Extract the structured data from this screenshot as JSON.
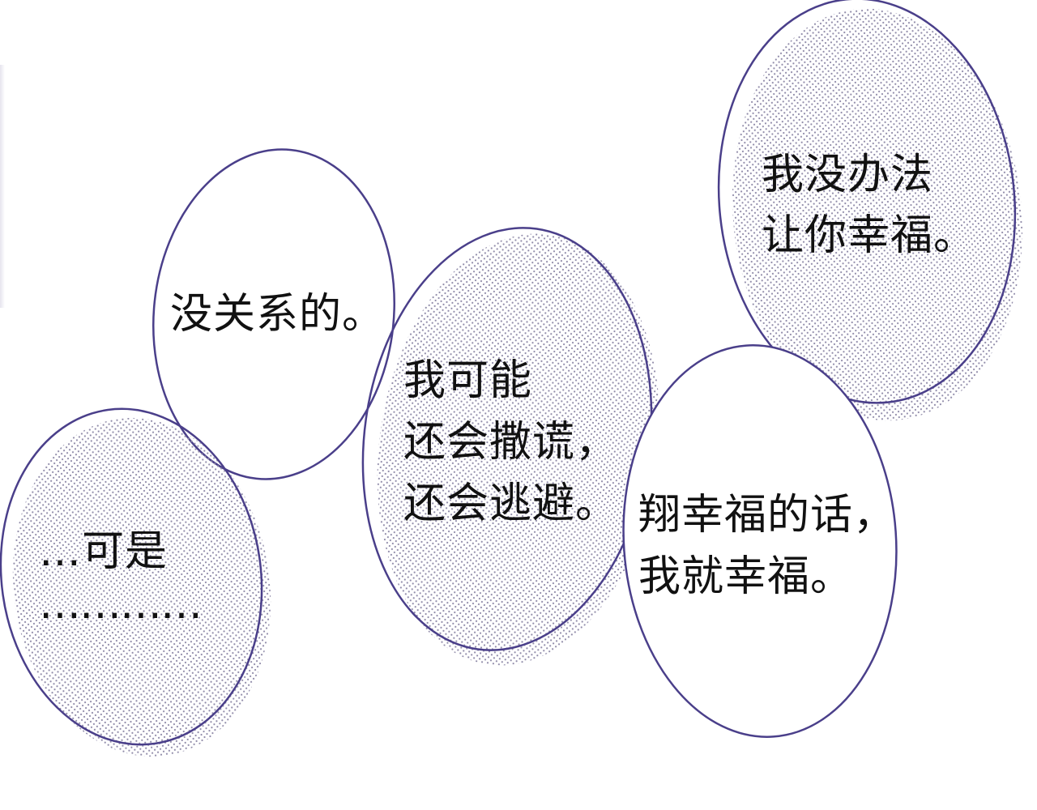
{
  "colors": {
    "outline": "#4a3f8a",
    "tone_dot": "#8f8aa8",
    "background": "#ffffff",
    "text": "#111111"
  },
  "bubbles": {
    "top_right": {
      "lines": [
        "我没办法",
        "让你幸福。"
      ]
    },
    "middle_left": {
      "lines": [
        "没关系的。"
      ]
    },
    "center": {
      "lines": [
        "我可能",
        "还会撒谎，",
        "还会逃避。"
      ]
    },
    "bottom_left": {
      "lines": [
        "…可是",
        "…………"
      ]
    },
    "bottom_right": {
      "lines": [
        "翔幸福的话，",
        "我就幸福。"
      ]
    }
  }
}
